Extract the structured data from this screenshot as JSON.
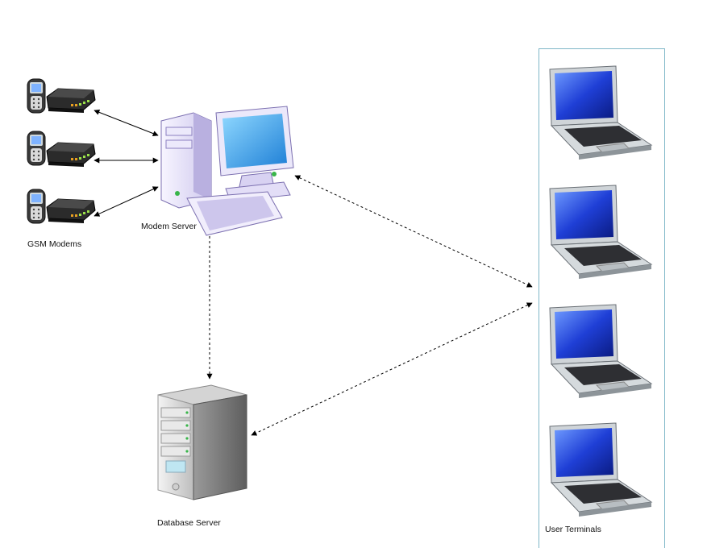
{
  "labels": {
    "gsm_modems": "GSM Modems",
    "modem_server": "Modem Server",
    "database_server": "Database Server",
    "user_terminals": "User Terminals"
  },
  "colors": {
    "screen_blue": "#1f3fd6",
    "panel_border": "#7fb7c8",
    "modem_led": "#e8a020"
  },
  "icons": [
    "mobile-phone-icon",
    "gsm-modem-icon",
    "desktop-computer-icon",
    "server-tower-icon",
    "laptop-icon"
  ]
}
